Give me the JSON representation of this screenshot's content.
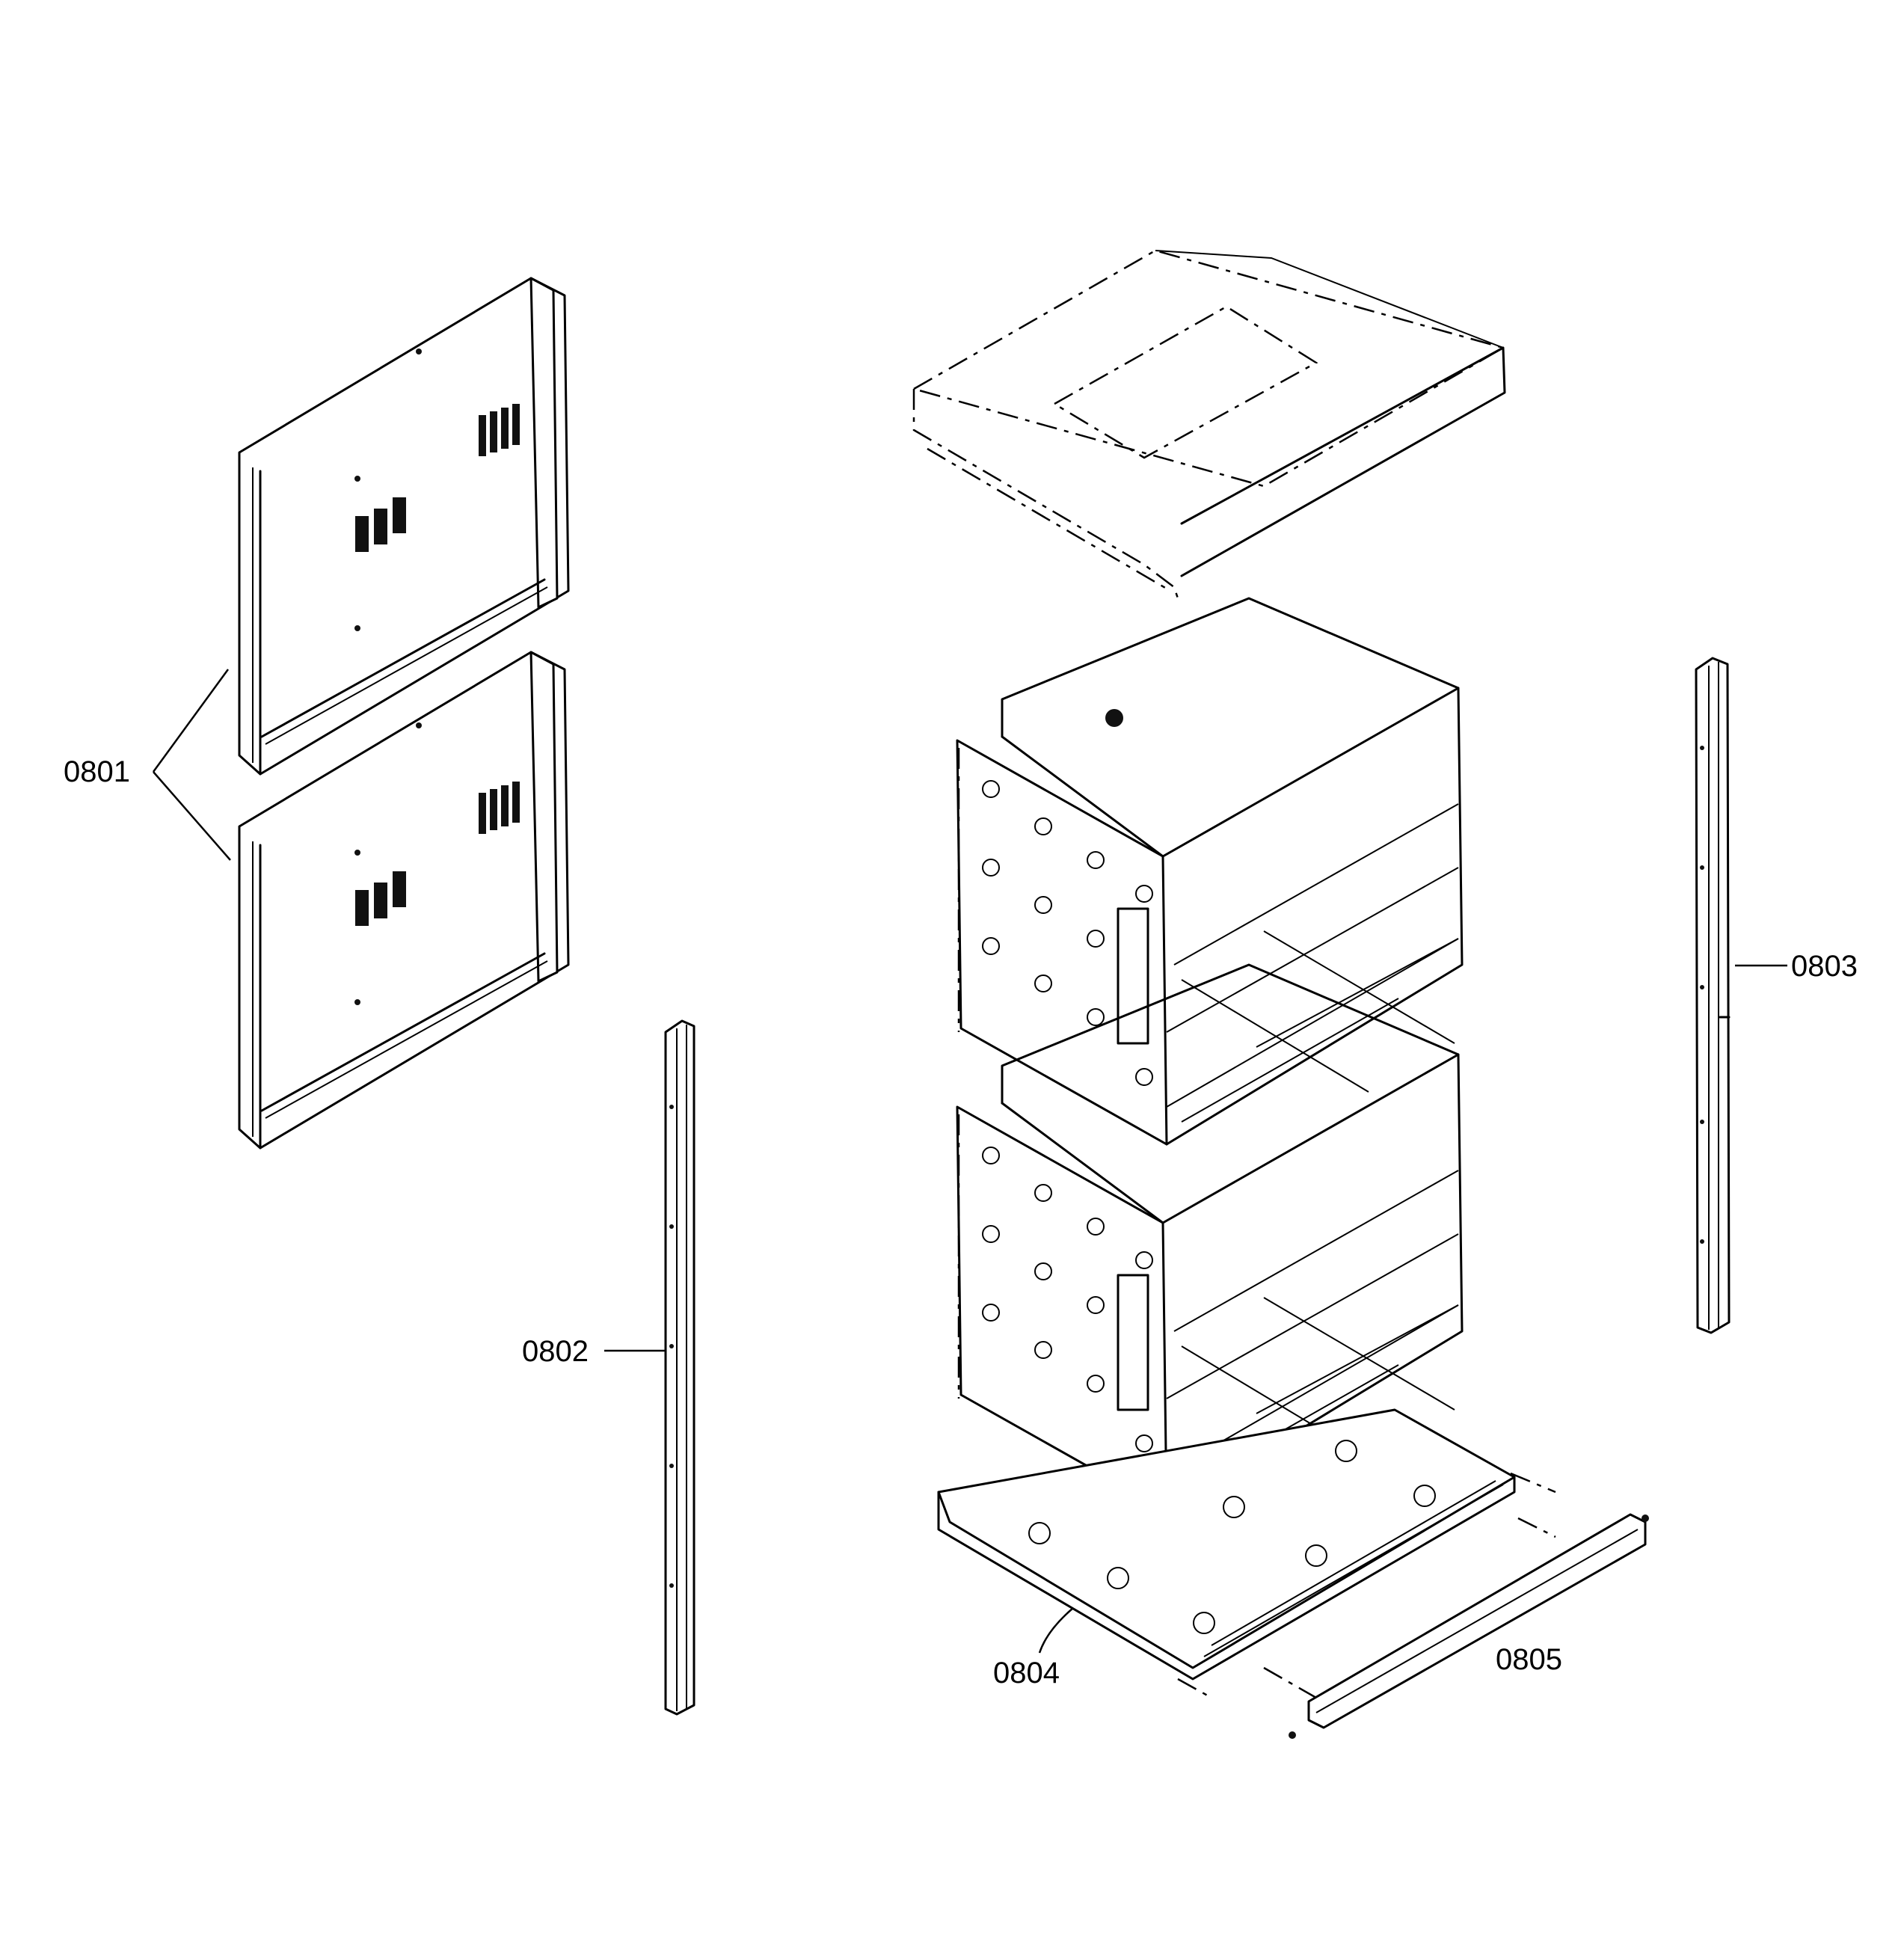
{
  "parts": [
    {
      "id": "p0801",
      "label": "0801"
    },
    {
      "id": "p0802",
      "label": "0802"
    },
    {
      "id": "p0803",
      "label": "0803"
    },
    {
      "id": "p0804",
      "label": "0804"
    },
    {
      "id": "p0805",
      "label": "0805"
    }
  ]
}
